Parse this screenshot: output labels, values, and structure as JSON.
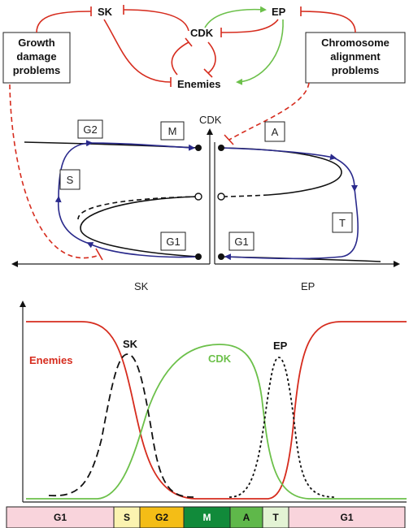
{
  "network": {
    "nodes": {
      "sk": "SK",
      "cdk": "CDK",
      "ep": "EP",
      "enemies": "Enemies"
    },
    "boxes": {
      "growth": [
        "Growth",
        "damage",
        "problems"
      ],
      "chromosome": [
        "Chromosome",
        "alignment",
        "problems"
      ]
    }
  },
  "phase_plane": {
    "y_axis_label": "CDK",
    "left_x_label": "SK",
    "right_x_label": "EP",
    "left_boxes": {
      "g2": "G2",
      "m": "M",
      "s": "S",
      "g1": "G1"
    },
    "right_boxes": {
      "a": "A",
      "t": "T",
      "g1": "G1"
    }
  },
  "curves": {
    "labels": {
      "enemies": "Enemies",
      "sk": "SK",
      "cdk": "CDK",
      "ep": "EP"
    },
    "colors": {
      "enemies": "#d62c1e",
      "cdk": "#6cc04a",
      "sk": "#111111",
      "ep": "#111111"
    }
  },
  "phase_bar": [
    {
      "label": "G1",
      "color": "#f9d4dc"
    },
    {
      "label": "S",
      "color": "#fbf3b0"
    },
    {
      "label": "G2",
      "color": "#f4bd16"
    },
    {
      "label": "M",
      "color": "#118a3a"
    },
    {
      "label": "A",
      "color": "#5fb84a"
    },
    {
      "label": "T",
      "color": "#e3f3d4"
    },
    {
      "label": "G1",
      "color": "#f9d4dc"
    }
  ],
  "colors": {
    "inhibit": "#d62c1e",
    "activate": "#6cc04a",
    "trajectory": "#2a2a8c"
  }
}
